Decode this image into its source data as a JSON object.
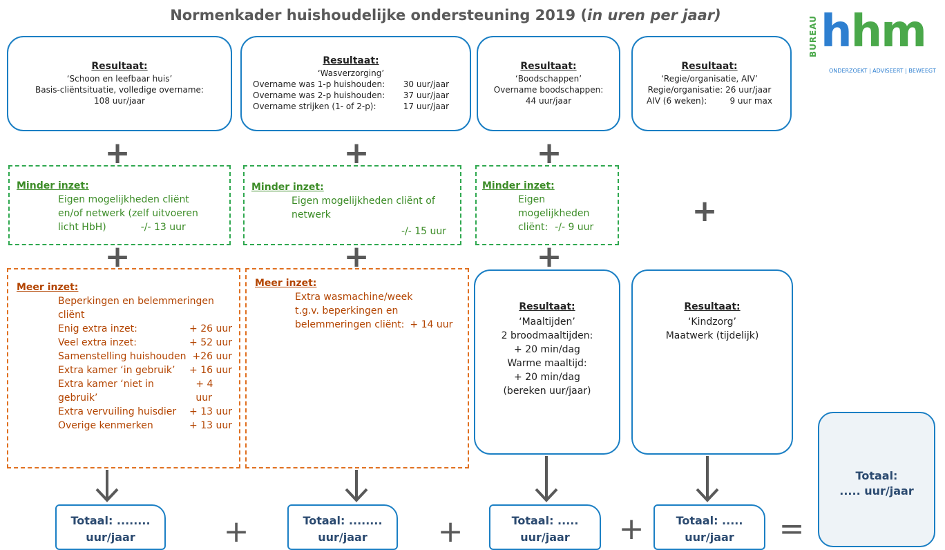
{
  "header": {
    "title_main": "Normenkader huishoudelijke ondersteuning 2019 (",
    "title_italic": "in uren per jaar)",
    "logo_side": "BUREAU",
    "logo_h": "h",
    "logo_m": "hm",
    "logo_tag": "ONDERZOEKT | ADVISEERT | BEWEEGT"
  },
  "results": {
    "schoon": {
      "heading": "Resultaat:",
      "line1": "‘Schoon en leefbaar huis’",
      "line2": "Basis-cliëntsituatie, volledige overname:",
      "line3": "108 uur/jaar"
    },
    "was": {
      "heading": "Resultaat:",
      "line1": "‘Wasverzorging’",
      "rows": [
        {
          "label": "Overname was 1-p huishouden:",
          "value": "30 uur/jaar"
        },
        {
          "label": "Overname was 2-p huishouden:",
          "value": "37 uur/jaar"
        },
        {
          "label": "Overname strijken (1- of 2-p):",
          "value": "17 uur/jaar"
        }
      ]
    },
    "boodschappen": {
      "heading": "Resultaat:",
      "line1": "‘Boodschappen’",
      "line2": "Overname boodschappen:",
      "line3": "44 uur/jaar"
    },
    "regie": {
      "heading": "Resultaat:",
      "line1": "‘Regie/organisatie, AIV’",
      "rows": [
        {
          "label": "Regie/organisatie: 26 uur/jaar",
          "value": ""
        },
        {
          "label": "AIV (6 weken):",
          "value": "9 uur max"
        }
      ]
    },
    "maaltijden": {
      "heading": "Resultaat:",
      "lines": [
        "‘Maaltijden’",
        "2 broodmaaltijden:",
        "+ 20 min/dag",
        "Warme maaltijd:",
        "+ 20 min/dag",
        "(bereken uur/jaar)"
      ]
    },
    "kindzorg": {
      "heading": "Resultaat:",
      "lines": [
        "‘Kindzorg’",
        "Maatwerk (tijdelijk)"
      ]
    }
  },
  "minder": {
    "col1": {
      "heading": "Minder inzet:",
      "line1": "Eigen mogelijkheden cliënt",
      "line2": "en/of netwerk   (zelf uitvoeren",
      "line3a": "licht HbH)",
      "line3b": "-/- 13 uur"
    },
    "col2": {
      "heading": "Minder inzet:",
      "line1": "Eigen mogelijkheden cliënt of",
      "line2": "netwerk",
      "line3": "-/- 15 uur"
    },
    "col3": {
      "heading": "Minder inzet:",
      "line1": "Eigen",
      "line2": "mogelijkheden",
      "line3a": "cliënt:",
      "line3b": "-/- 9 uur"
    }
  },
  "meer": {
    "col1": {
      "heading": "Meer inzet:",
      "line1": "Beperkingen en belemmeringen",
      "line2": "cliënt",
      "rows": [
        {
          "label": "Enig extra inzet:",
          "value": "+  26 uur"
        },
        {
          "label": "Veel extra inzet:",
          "value": "+  52 uur"
        },
        {
          "label": "Samenstelling huishouden",
          "value": "+26 uur"
        },
        {
          "label": "Extra kamer ‘in gebruik’",
          "value": "+  16 uur"
        },
        {
          "label": "Extra kamer ‘niet in gebruik’",
          "value": "+ 4 uur"
        },
        {
          "label": "Extra vervuiling huisdier",
          "value": "+ 13 uur"
        },
        {
          "label": "Overige kenmerken",
          "value": "+ 13 uur"
        }
      ]
    },
    "col2": {
      "heading": "Meer inzet:",
      "line1": "Extra wasmachine/week",
      "line2": "t.g.v. beperkingen en",
      "line3a": "belemmeringen cliënt:",
      "line3b": "+ 14 uur"
    }
  },
  "operators": {
    "plus": "+",
    "equals": "="
  },
  "totals": {
    "t1": {
      "line1": "Totaal:  ........",
      "line2": "uur/jaar"
    },
    "t2": {
      "line1": "Totaal:  ........",
      "line2": "uur/jaar"
    },
    "t3": {
      "line1": "Totaal:  .....",
      "line2": "uur/jaar"
    },
    "t4": {
      "line1": "Totaal:  .....",
      "line2": "uur/jaar"
    },
    "grand": {
      "line1": "Totaal:",
      "line2": "..... uur/jaar"
    }
  },
  "colors": {
    "blue": "#1b7fc4",
    "green": "#2fa84f",
    "orange": "#e07020",
    "arrow": "#595959"
  }
}
